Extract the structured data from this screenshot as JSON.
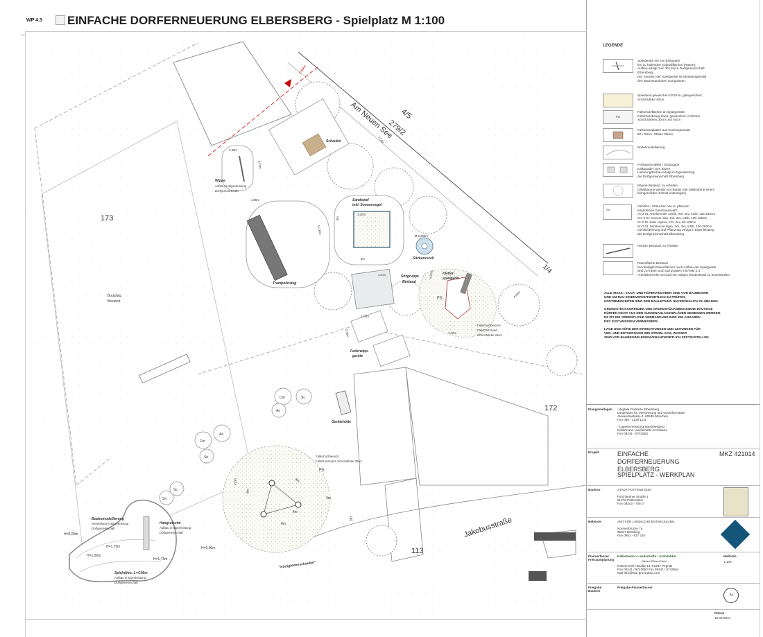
{
  "header": {
    "sheet_code": "WP 4.3",
    "title": "EINFACHE DORFERNEUERUNG ELBERSBERG - Spielplatz  M 1:100"
  },
  "plan": {
    "parcel_173": "173",
    "parcel_172": "172",
    "parcel_113": "113",
    "bolzplatz": "Bolzplatz",
    "bolzplatz_sub": "Bestand",
    "street_am_neuen_see": "Am Neuen See",
    "parcel_45": "4/5",
    "parcel_2792": "279/2",
    "parcel_14": "1/4",
    "jakobusstrasse": "Jakobusstraße",
    "zufahrt": "Zufahrt",
    "schaukel": "Schaukel",
    "wippe": "Wippe",
    "wippe_sub1": "Aufbau in Eigenleistung",
    "wippe_sub2": "Dorfgemeinschaft",
    "sandspiel": "Sandspiel",
    "sandspiel_sub": "inkl. Sonnensegel",
    "sitzkarussell": "Sitzkarussell",
    "trampolinsteg": "Trampolinsteg",
    "sitzgruppe": "Sitzgruppe",
    "sitzgruppe_sub": "Bestand",
    "kletter": "Kletter-",
    "kletter_sub": "spielgerät",
    "fs": "FS",
    "fallschutz1": "Fallschutzbereich:",
    "fallschutz2": "Fallschutzsand,",
    "fallschutz3": "Schichtdicke 40cm",
    "federwipp": "Federwipp-",
    "federwipp_sub": "geräte",
    "geraetehuette": "Gerätehütte",
    "fallschutz_b1": "Fallschutzbereich:",
    "fallschutz_b2": "Fallschutzsand, Schichtdicke 30cm",
    "koenigin": "\"Königinnenschaukel\"",
    "boden": "Bodenmodellierung",
    "boden_sub1": "Herstellung in Eigenleistung",
    "boden_sub2": "Dorfgemeinschaft",
    "hangrutsche": "Hangrutsche",
    "hang_sub1": "Aufbau in Eigenleistung",
    "hang_sub2": "Dorfgemeinschaft",
    "spielroehre": "Spielröhre, L=4,00m",
    "spiel_sub1": "Aufbau in Eigenleistung",
    "spiel_sub2": "Dorfgemeinschaft",
    "h000a": "H=0,00m",
    "h000b": "H=0,00m",
    "h150": "H=1,50m",
    "h175a": "H=1,75m",
    "h175b": "H=1,75m",
    "dim_235": "2,35m",
    "dim_570": "5,70m",
    "dim_485": "4,85m",
    "dim_1100": "11,00m",
    "dim_300": "3,00m",
    "dim_6m_a": "6m",
    "dim_6m_b": "6m",
    "dim_5600": "Ø 5,600m",
    "dim_370": "3,70m",
    "dim_235b": "2,35m",
    "dim_740": "7,40m",
    "dim_825": "8,25m",
    "dim_400": "4,00m",
    "dim_12m": "12m",
    "dim_8m_a": "8m",
    "dim_8m_b": "8m",
    "dim_4m": "4m",
    "dim_3m_a": "3m",
    "dim_3m_b": "3m",
    "dim_6m_c": "6m",
    "dim_400b": "4,00m",
    "dim_1240": "12,40",
    "tree_cm": "Cm",
    "tree_sc": "Sc",
    "tree_ao": "Ao",
    "tree_sn": "Sn"
  },
  "legend": {
    "title": "LEGENDE",
    "items": [
      "Spielgeräte mit von Einbauten\nfrei zu haltenden Aufprallflächen (Rasen);\nAufbau erfolgt zum Teil durch Dorfgemeinschaft\nElbersberg.\nDer Standort der Spielgeräte ist situationsgemäß\nden Baumstandorten anzupassen.",
      "Spielsand gewaschen 02/2mm, gütegesichert,\nSchichtdicke 40cm",
      "Fallschutzflächen an Spielgeräten\nFallschutzbelag Sand, gewaschen, 0,2/2mm,\nSchichtdicken 30cm und 40cm",
      "Fallschutzplatten aus Gummigranulat\n50 x 50cm, Stärke 30mm",
      "Bodenmodellierung",
      "Freiraummobiliar / Sitzgruppe\nKalkquader zum Sitzen\nLieferung/Einbau erfolgt in Eigenleistung\nder Dorfgemeinschaft Elbersberg",
      "Bäume Bestand, zu erhalten\n(Obstbäume werden vor Beginn der Maßnahme einem\nfachgerechten Schnitt unterzogen)",
      "Gehölze / Sträucher neu zu pflanzen\nempfohlene Gehölzauswahl:\nAo  2 St. Amelanchier ovalis, Sol, 3xv, mDb, 125-150cm\nCm  2 St. Cornus mas, Sol, 3xv, mDb, 100-125cm\nSc  2 St. Salix caprea, CO, 2xv, 60-100cm\nSn  2 St. Sambucus nigra, Sol, 3xv, mDb, 150-200cm\nGehölzlieferung und Pflanzung erfolgt in Eigenleistung\nder Dorfgemeinschaft Elbersberg",
      "Hecken Bestand, zu erhalten",
      "Rasenfläche Bestand\nbeschädigte Rasenflächen nach Aufbau der Spielgeräte\nsind zu fräsen und nachzusäen mit RSM 2.3\nArbeitsbereiche sind auf ein nötiges Mindestmaß zu beschränken"
    ],
    "fs_label": "FS",
    "ao_label": "Ao"
  },
  "notes": [
    "ALLE MASS-, SACH- UND HÖHENANGABEN SIND VOR BAUBEGINN\nUND AM BAU EIGENVERANTWORTLICH ZU PRÜFEN,\nUNSTIMMIGKEITEN SIND DER BAULEITUNG UNVERZÜGLICH ZU MELDEN.",
    "GRUNDSTÜCKSGRENZEN UND GRUNDSTÜCKSBEZOGENE BAUTEILE\nDÜRFEN NICHT AUS DEN AUSSENANLAGENPLÄNEN GEMESSEN WERDEN.\nES IST DIE ORDENTLICHE VERMARKUNG BZW. DIE ANGABEN\nDES ZUSTÄNDIGEN VERMESSERS.",
    "LAGE UND HÖHE DER EINRICHTUNGEN UND LEITUNGEN FÜR\nVER- UND ENTSORGUNG WIE STROM, GAS, WASSER\nSIND VOR BAUBEGINN EIGENVERANTWORTLICH FESTZUSTELLEN."
  ],
  "titleblock": {
    "planungsgrundlagen_key": "Plangrundlagen",
    "planungsgrundlagen_val": "- digitale Flurkarte Elbersberg\nLandesamt für Vermessung und Geoinformation\nAlexandrastraße 4, 80538 München\nFon 089 - 2129 1111\n\n- Lagevermessung Baumbestand\nKellermann Landschafts Architektur\nFon 09241 - 9743553",
    "projekt_key": "Projekt",
    "projekt_name": "EINFACHE DORFERNEUERUNG\nELBERSBERG",
    "projekt_nr": "MKZ 421014",
    "projekt_sub": "SPIELPLATZ - WERKPLAN",
    "bauherr_key": "Bauherr",
    "bauherr_val": "STADT POTTENSTEIN\n\nForchheimer Straße 1\n91278 Pottenstein\nFon 09243 - 708 0",
    "behoerde_key": "Behörde",
    "behoerde_val": "AMT FÜR LÄNDLICHE ENTWICKLUNG\n\nNonnenbrücke 7a\n96047 Bamberg\nFon 0951 - 837 225",
    "planverfasser_key": "Planverfasser\nFreiraumplanung",
    "planverfasser_val": "Kellermann • Landschafts • Architektur",
    "planverfasser_sub": "Gärten•Plätze•Parks",
    "planverfasser_addr": "Robert-Koch-Straße 13, 91257 Pegnitz\nFon 09241 / 9743553  Fax 09241 / 9743554\nMail info@ka2-gruenplan.com",
    "massstab_key": "Maßstab",
    "massstab_val": "1:100",
    "freigabe_key": "Freigabe\nBauherr",
    "freigabe_val": "Freigabe Planverfasser",
    "datum_key": "Datum",
    "datum_val": "18.09.2014",
    "compass_label": "N"
  }
}
